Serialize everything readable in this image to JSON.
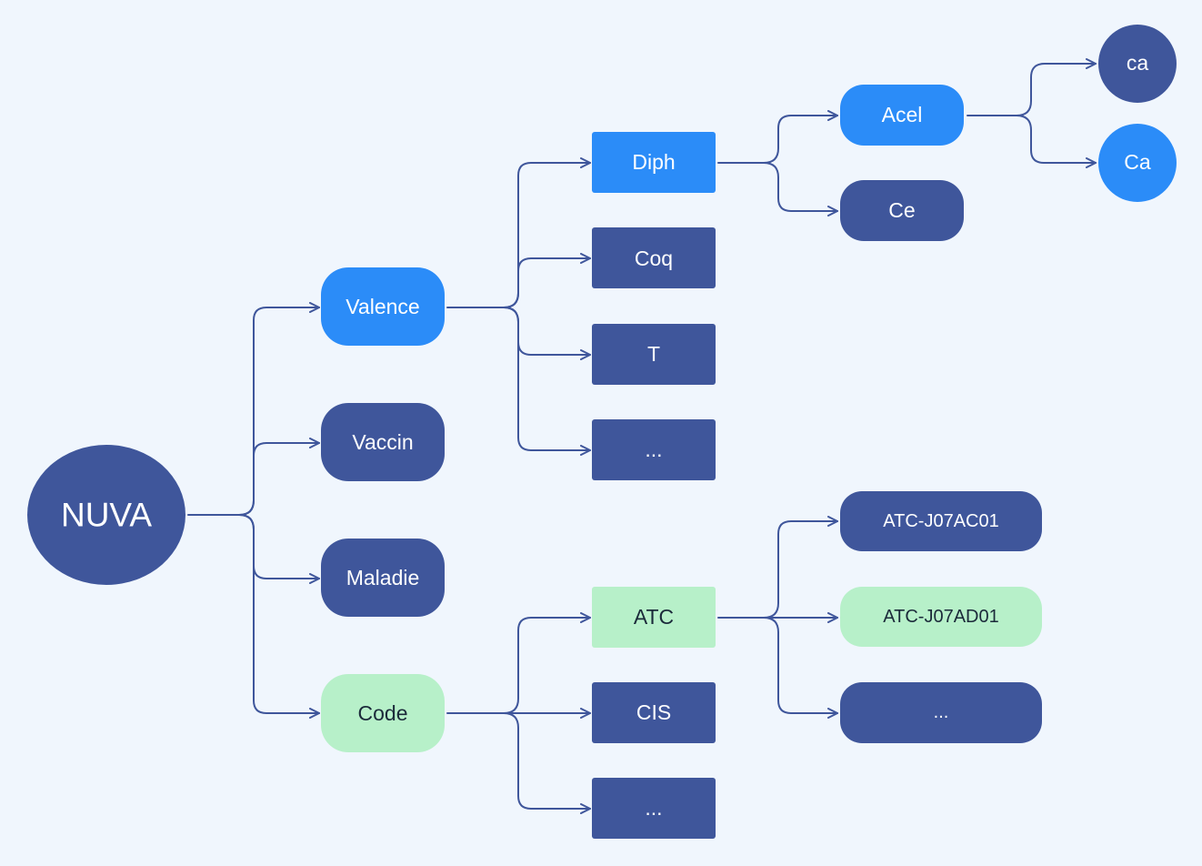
{
  "colors": {
    "background": "#f0f6fd",
    "dark": "#3f569b",
    "blue": "#2b8cf8",
    "green": "#b7f0c9",
    "connector": "#3f569b",
    "text_light": "#ffffff",
    "text_dark": "#1b2a3a"
  },
  "nodes": {
    "nuva": "NUVA",
    "valence": "Valence",
    "vaccin": "Vaccin",
    "maladie": "Maladie",
    "code": "Code",
    "diph": "Diph",
    "coq": "Coq",
    "t": "T",
    "valence_more": "...",
    "atc": "ATC",
    "cis": "CIS",
    "code_more": "...",
    "acel": "Acel",
    "ce": "Ce",
    "ca_lower": "ca",
    "ca_upper": "Ca",
    "atc_j07ac01": "ATC-J07AC01",
    "atc_j07ad01": "ATC-J07AD01",
    "atc_more": "..."
  }
}
